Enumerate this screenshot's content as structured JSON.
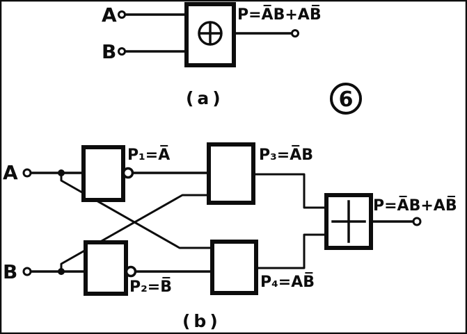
{
  "colors": {
    "ink": "#0d0d0d",
    "background": "#ffffff"
  },
  "figure": {
    "figure_number": "6",
    "part_a": {
      "input_a_label": "A",
      "input_b_label": "B",
      "output_label": "P=A̅B+AB̅",
      "caption": "(a)"
    },
    "part_b": {
      "input_a_label": "A",
      "input_b_label": "B",
      "p1_label": "P₁=A̅",
      "p2_label": "P₂=B̅",
      "p3_label": "P₃=A̅B",
      "p4_label": "P₄=AB̅",
      "output_label": "P=A̅B+AB̅",
      "caption": "(b)"
    }
  }
}
